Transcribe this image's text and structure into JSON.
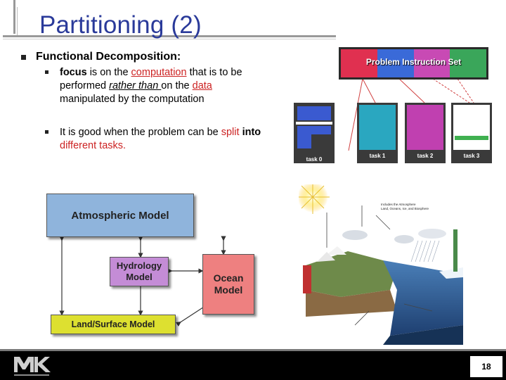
{
  "slide": {
    "title": "Partitioning (2)",
    "bullet": "Functional Decomposition:",
    "sub1": {
      "focus": "focus",
      "t1": " is on the ",
      "computation": "computation",
      "t2": " that is to be performed ",
      "rather_than": "rather than ",
      "t3": "on the ",
      "data": "data",
      "t4": " manipulated by the computation"
    },
    "sub2": {
      "t1": "It is good when the problem can be ",
      "split": "split",
      "into": "into",
      "t2": " different tasks."
    },
    "page_number": "18"
  },
  "instruction_diagram": {
    "header": "Problem Instruction Set",
    "header_colors": [
      "#e03050",
      "#3a6ad8",
      "#c84ab4",
      "#3aa65a"
    ],
    "tasks": [
      {
        "label": "task 0",
        "color": "#3a5ad0"
      },
      {
        "label": "task 1",
        "color": "#2aa7c0"
      },
      {
        "label": "task 2",
        "color": "#c040b0"
      },
      {
        "label": "task 3",
        "color": "#40b050"
      }
    ]
  },
  "climate_diagram": {
    "atmospheric": "Atmospheric Model",
    "hydrology": "Hydrology Model",
    "ocean": "Ocean Model",
    "land": "Land/Surface Model",
    "colors": {
      "atmospheric": "#8fb4dc",
      "hydrology": "#c48cd6",
      "ocean": "#ee8080",
      "land": "#dde030"
    }
  },
  "earth_diagram": {
    "heading": "Includes the Atmosphere Land, Oceans, Ice, and Biosphere"
  }
}
